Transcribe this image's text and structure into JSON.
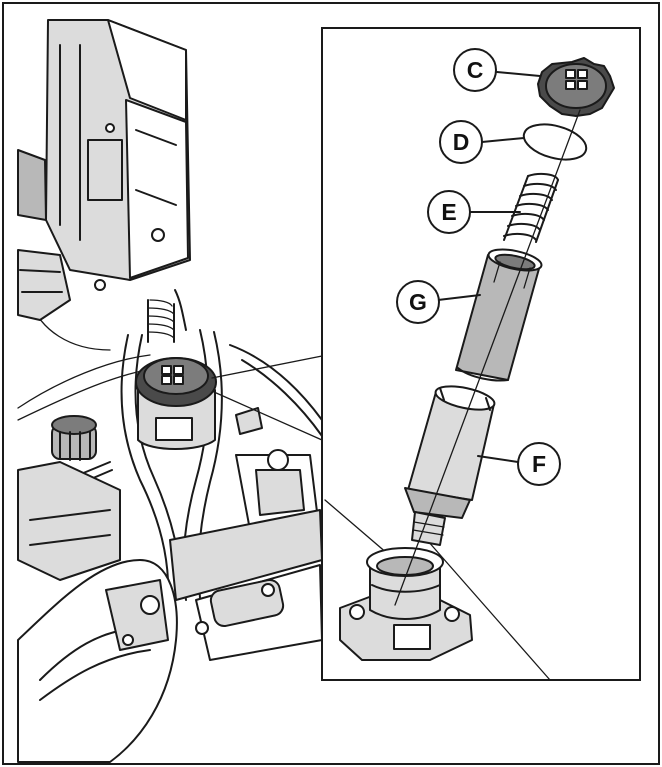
{
  "figure": {
    "callouts": [
      {
        "id": "C",
        "label": "C"
      },
      {
        "id": "D",
        "label": "D"
      },
      {
        "id": "E",
        "label": "E"
      },
      {
        "id": "G",
        "label": "G"
      },
      {
        "id": "F",
        "label": "F"
      }
    ]
  }
}
